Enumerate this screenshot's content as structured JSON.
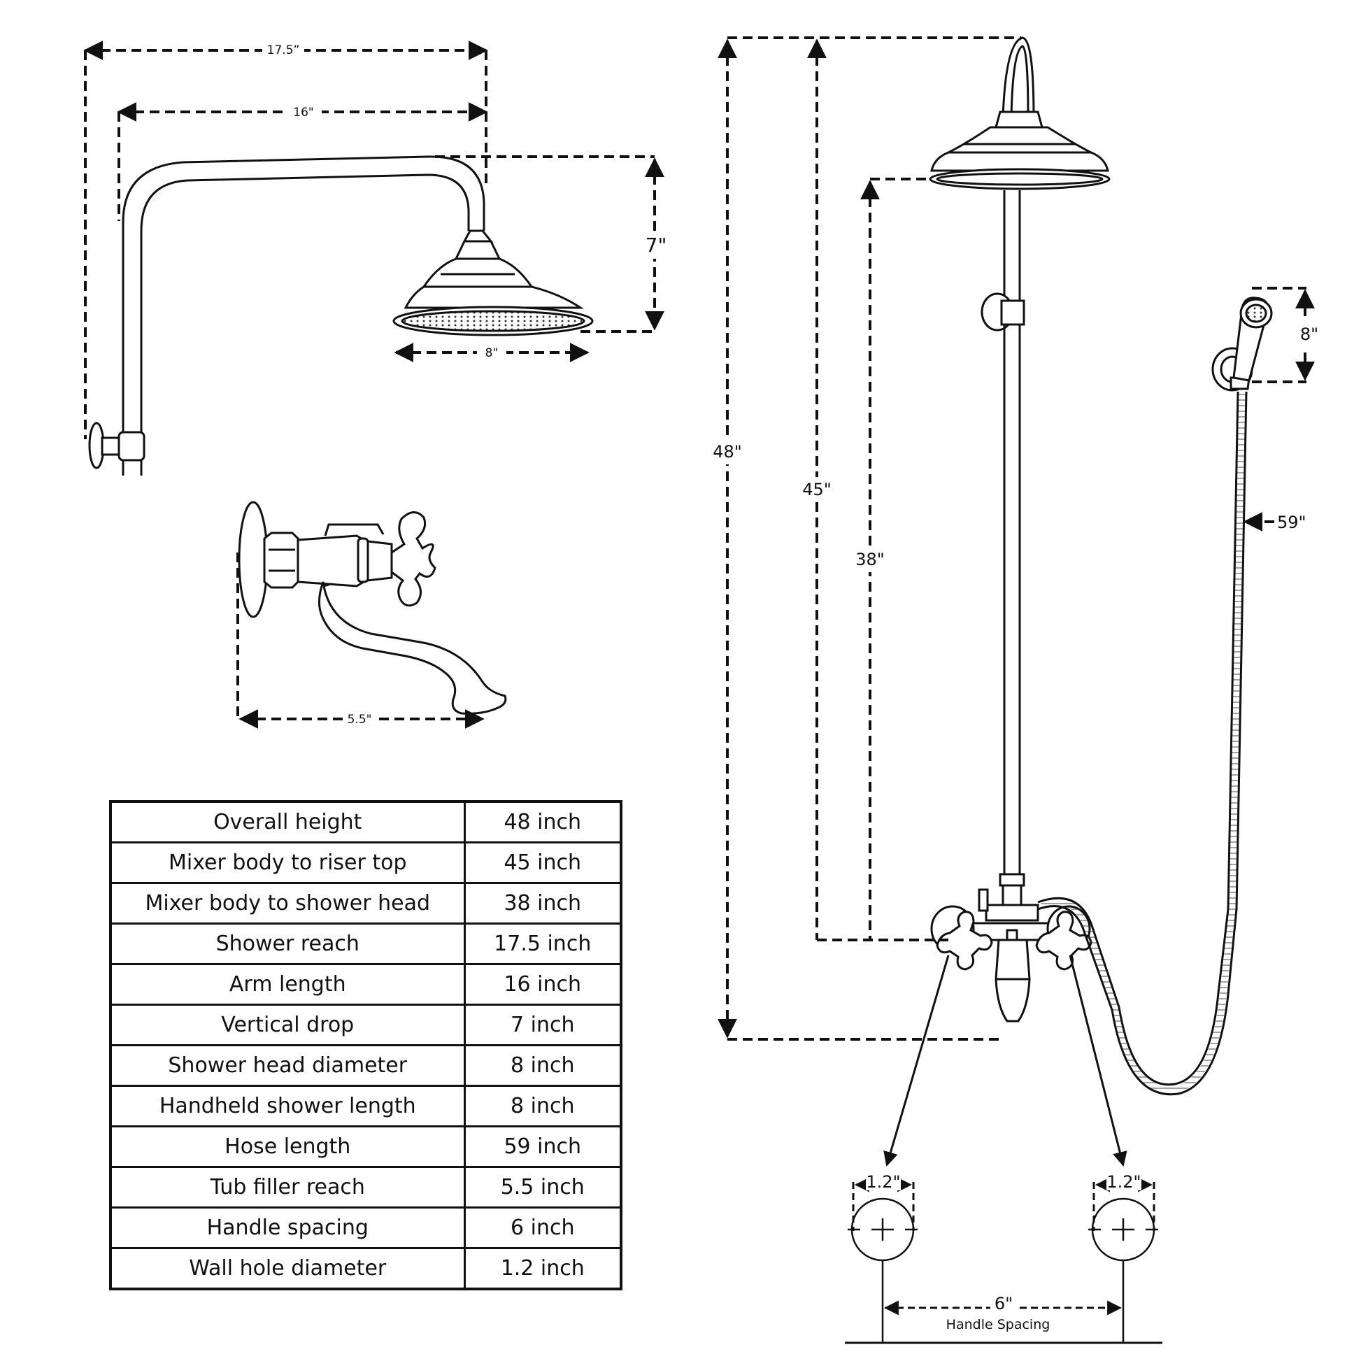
{
  "dimensions": {
    "shower_reach": "17.5”",
    "arm_length": "16\"",
    "vertical_drop": "7\"",
    "head_diameter": "8\"",
    "tub_filler_reach": "5.5\"",
    "overall_height": "48\"",
    "riser_top": "45\"",
    "shower_head_height": "38\"",
    "handheld_length": "8\"",
    "hose_length": "59\"",
    "wall_hole_left": "1.2\"",
    "wall_hole_right": "1.2\"",
    "handle_spacing": "6\"",
    "handle_spacing_label": "Handle Spacing"
  },
  "specs": [
    {
      "label": "Overall height",
      "value": "48 inch"
    },
    {
      "label": "Mixer body to riser top",
      "value": "45 inch"
    },
    {
      "label": "Mixer body to shower head",
      "value": "38 inch"
    },
    {
      "label": "Shower reach",
      "value": "17.5 inch"
    },
    {
      "label": "Arm length",
      "value": "16 inch"
    },
    {
      "label": "Vertical drop",
      "value": "7 inch"
    },
    {
      "label": "Shower head diameter",
      "value": "8 inch"
    },
    {
      "label": "Handheld shower length",
      "value": "8 inch"
    },
    {
      "label": "Hose length",
      "value": "59 inch"
    },
    {
      "label": "Tub filler reach",
      "value": "5.5 inch"
    },
    {
      "label": "Handle spacing",
      "value": "6 inch"
    },
    {
      "label": "Wall hole diameter",
      "value": "1.2 inch"
    }
  ]
}
